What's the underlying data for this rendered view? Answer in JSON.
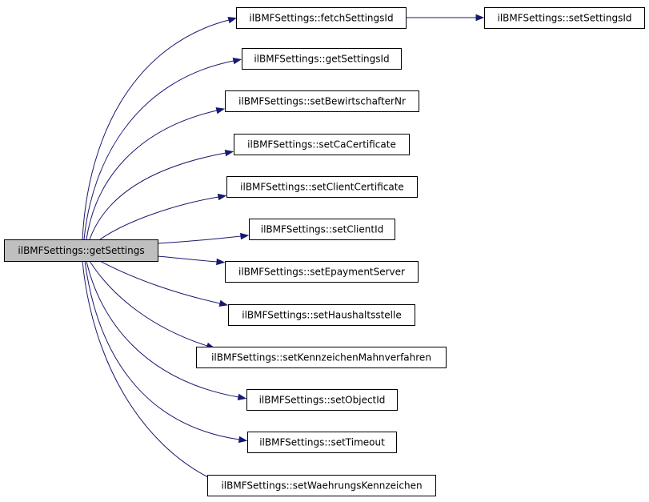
{
  "diagram": {
    "type": "call-graph",
    "colors": {
      "edge": "#191970",
      "root_fill": "#bfbfbf",
      "node_fill": "#ffffff",
      "border": "#000000"
    },
    "root": {
      "id": "getSettings",
      "label": "ilBMFSettings::getSettings"
    },
    "nodes": [
      {
        "id": "fetchSettingsId",
        "label": "ilBMFSettings::fetchSettingsId"
      },
      {
        "id": "setSettingsId",
        "label": "ilBMFSettings::setSettingsId"
      },
      {
        "id": "getSettingsId",
        "label": "ilBMFSettings::getSettingsId"
      },
      {
        "id": "setBewirtschafterNr",
        "label": "ilBMFSettings::setBewirtschafterNr"
      },
      {
        "id": "setCaCertificate",
        "label": "ilBMFSettings::setCaCertificate"
      },
      {
        "id": "setClientCertificate",
        "label": "ilBMFSettings::setClientCertificate"
      },
      {
        "id": "setClientId",
        "label": "ilBMFSettings::setClientId"
      },
      {
        "id": "setEpaymentServer",
        "label": "ilBMFSettings::setEpaymentServer"
      },
      {
        "id": "setHaushaltsstelle",
        "label": "ilBMFSettings::setHaushaltsstelle"
      },
      {
        "id": "setKennzeichenMahnverfahren",
        "label": "ilBMFSettings::setKennzeichenMahnverfahren"
      },
      {
        "id": "setObjectId",
        "label": "ilBMFSettings::setObjectId"
      },
      {
        "id": "setTimeout",
        "label": "ilBMFSettings::setTimeout"
      },
      {
        "id": "setWaehrungsKennzeichen",
        "label": "ilBMFSettings::setWaehrungsKennzeichen"
      }
    ],
    "edges": [
      {
        "from": "getSettings",
        "to": "fetchSettingsId"
      },
      {
        "from": "getSettings",
        "to": "getSettingsId"
      },
      {
        "from": "getSettings",
        "to": "setBewirtschafterNr"
      },
      {
        "from": "getSettings",
        "to": "setCaCertificate"
      },
      {
        "from": "getSettings",
        "to": "setClientCertificate"
      },
      {
        "from": "getSettings",
        "to": "setClientId"
      },
      {
        "from": "getSettings",
        "to": "setEpaymentServer"
      },
      {
        "from": "getSettings",
        "to": "setHaushaltsstelle"
      },
      {
        "from": "getSettings",
        "to": "setKennzeichenMahnverfahren"
      },
      {
        "from": "getSettings",
        "to": "setObjectId"
      },
      {
        "from": "getSettings",
        "to": "setTimeout"
      },
      {
        "from": "getSettings",
        "to": "setWaehrungsKennzeichen"
      },
      {
        "from": "fetchSettingsId",
        "to": "setSettingsId"
      }
    ]
  }
}
